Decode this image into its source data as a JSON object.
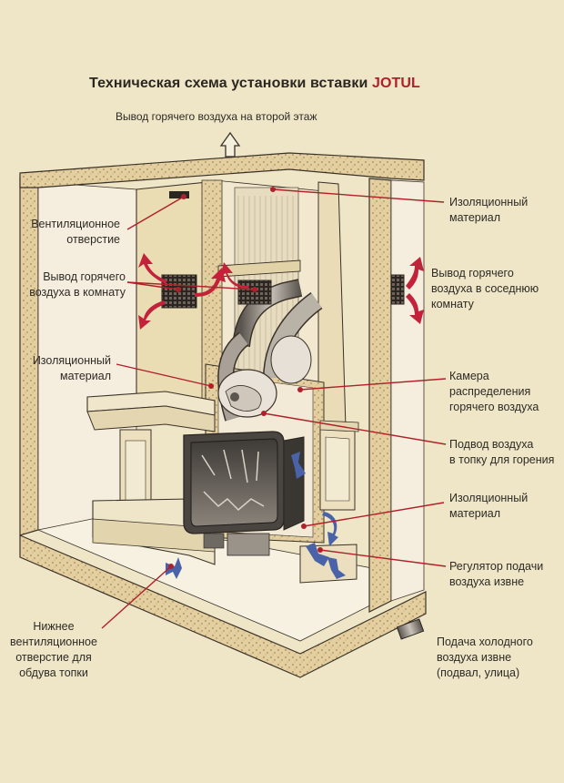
{
  "title": {
    "text": "Техническая схема установки вставки ",
    "brand": "JOTUL"
  },
  "labels": {
    "top_outlet": "Вывод горячего воздуха на второй этаж",
    "vent_hole": "Вентиляционное\nотверстие",
    "hot_air_room": "Вывод горячего\nвоздуха в комнату",
    "insulation_left": "Изоляционный\nматериал",
    "bottom_vent": "Нижнее\nвентиляционное\nотверстие для\nобдува топки",
    "insulation_top_right": "Изоляционный\nматериал",
    "hot_air_next_room": "Вывод горячего\nвоздуха в соседнюю\nкомнату",
    "distribution_chamber": "Камера\nраспределения\nгорячего воздуха",
    "combustion_air": "Подвод воздуха\nв топку для горения",
    "insulation_lower_right": "Изоляционный\nматериал",
    "outside_air_regulator": "Регулятор подачи\nвоздуха извне",
    "cold_air_supply": "Подача холодного\nвоздуха извне\n(подвал, улица)"
  },
  "colors": {
    "background": "#efe6c8",
    "leader": "#b0202a",
    "insulation": "#e3cf9f",
    "wall": "#f3ecd8",
    "outline": "#3a3228",
    "stove": "#4a4540"
  }
}
